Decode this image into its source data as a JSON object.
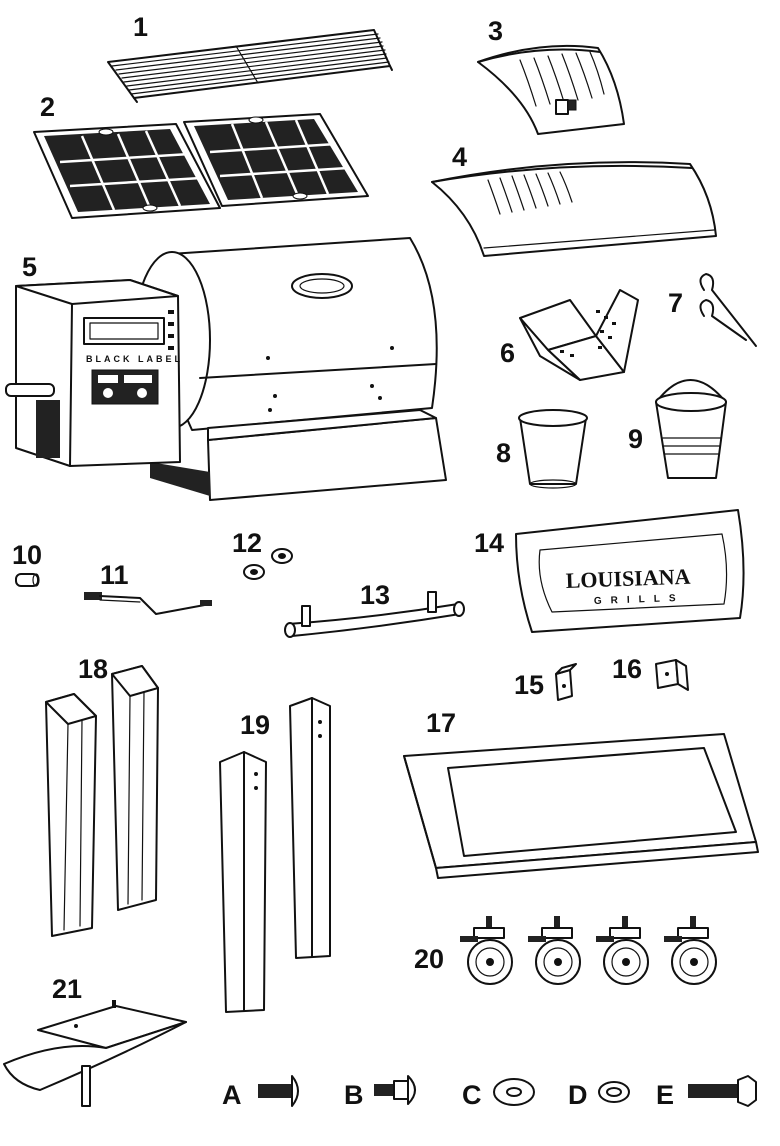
{
  "diagram": {
    "parts": [
      {
        "id": "1",
        "label": "1",
        "icon": "wire-cooking-grid-icon"
      },
      {
        "id": "2",
        "label": "2",
        "icon": "cast-iron-grates-icon"
      },
      {
        "id": "3",
        "label": "3",
        "icon": "small-heat-deflector-icon"
      },
      {
        "id": "4",
        "label": "4",
        "icon": "large-heat-deflector-icon"
      },
      {
        "id": "5",
        "label": "5",
        "icon": "grill-body-hopper-icon"
      },
      {
        "id": "6",
        "label": "6",
        "icon": "fire-pot-icon"
      },
      {
        "id": "7",
        "label": "7",
        "icon": "hooks-icon"
      },
      {
        "id": "8",
        "label": "8",
        "icon": "grease-cup-icon"
      },
      {
        "id": "9",
        "label": "9",
        "icon": "grease-bucket-icon"
      },
      {
        "id": "10",
        "label": "10",
        "icon": "plug-icon"
      },
      {
        "id": "11",
        "label": "11",
        "icon": "crank-rod-icon"
      },
      {
        "id": "12",
        "label": "12",
        "icon": "washers-icon"
      },
      {
        "id": "13",
        "label": "13",
        "icon": "handle-icon"
      },
      {
        "id": "14",
        "label": "14",
        "icon": "front-shelf-icon"
      },
      {
        "id": "15",
        "label": "15",
        "icon": "bracket-icon"
      },
      {
        "id": "16",
        "label": "16",
        "icon": "bracket-icon"
      },
      {
        "id": "17",
        "label": "17",
        "icon": "bottom-shelf-icon"
      },
      {
        "id": "18",
        "label": "18",
        "icon": "front-legs-icon"
      },
      {
        "id": "19",
        "label": "19",
        "icon": "rear-legs-icon"
      },
      {
        "id": "20",
        "label": "20",
        "icon": "caster-wheels-icon"
      },
      {
        "id": "21",
        "label": "21",
        "icon": "grease-tray-icon"
      }
    ],
    "hardware": [
      {
        "id": "A",
        "label": "A",
        "icon": "truss-head-bolt-icon"
      },
      {
        "id": "B",
        "label": "B",
        "icon": "shoulder-bolt-icon"
      },
      {
        "id": "C",
        "label": "C",
        "icon": "flat-washer-icon"
      },
      {
        "id": "D",
        "label": "D",
        "icon": "lock-washer-icon"
      },
      {
        "id": "E",
        "label": "E",
        "icon": "hex-bolt-icon"
      }
    ],
    "grill_panel_text": "BLACK LABEL",
    "shelf_brand": "LOUISIANA",
    "shelf_brand_sub": "GRILLS"
  }
}
